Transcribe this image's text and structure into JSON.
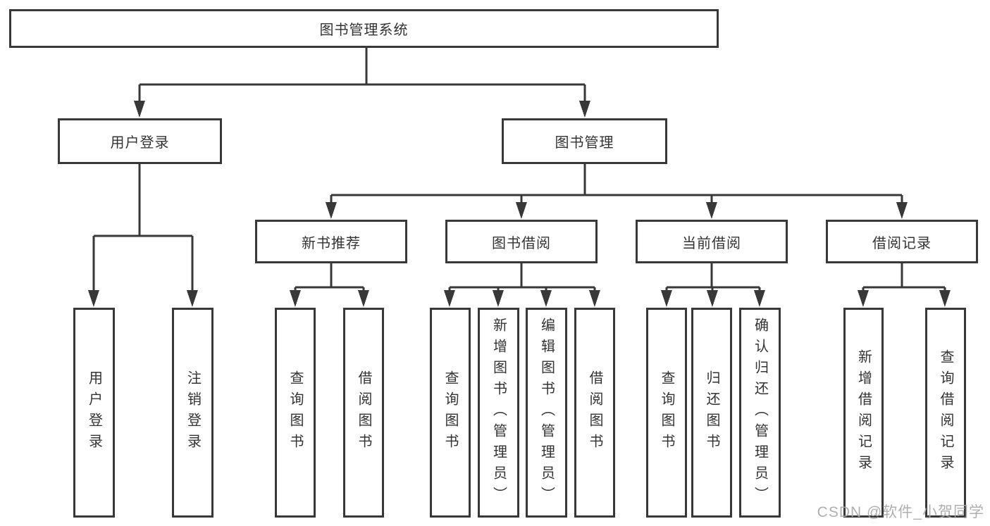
{
  "tree": {
    "root": {
      "label": "图书管理系统"
    },
    "branches": [
      {
        "label": "用户登录",
        "children": [
          {
            "label": "用户登录"
          },
          {
            "label": "注销登录"
          }
        ]
      },
      {
        "label": "图书管理",
        "children": [
          {
            "label": "新书推荐",
            "children": [
              {
                "label": "查询图书"
              },
              {
                "label": "借阅图书"
              }
            ]
          },
          {
            "label": "图书借阅",
            "children": [
              {
                "label": "查询图书"
              },
              {
                "label": "新增图书（管理员）"
              },
              {
                "label": "编辑图书（管理员）"
              },
              {
                "label": "借阅图书"
              }
            ]
          },
          {
            "label": "当前借阅",
            "children": [
              {
                "label": "查询图书"
              },
              {
                "label": "归还图书"
              },
              {
                "label": "确认归还（管理员）"
              }
            ]
          },
          {
            "label": "借阅记录",
            "children": [
              {
                "label": "新增借阅记录"
              },
              {
                "label": "查询借阅记录"
              }
            ]
          }
        ]
      }
    ]
  },
  "watermark": {
    "text": "CSDN @软件_小贺同学"
  },
  "colors": {
    "line": "#383838",
    "text": "#333333",
    "background": "#ffffff",
    "watermark": "#a8a8a8"
  }
}
